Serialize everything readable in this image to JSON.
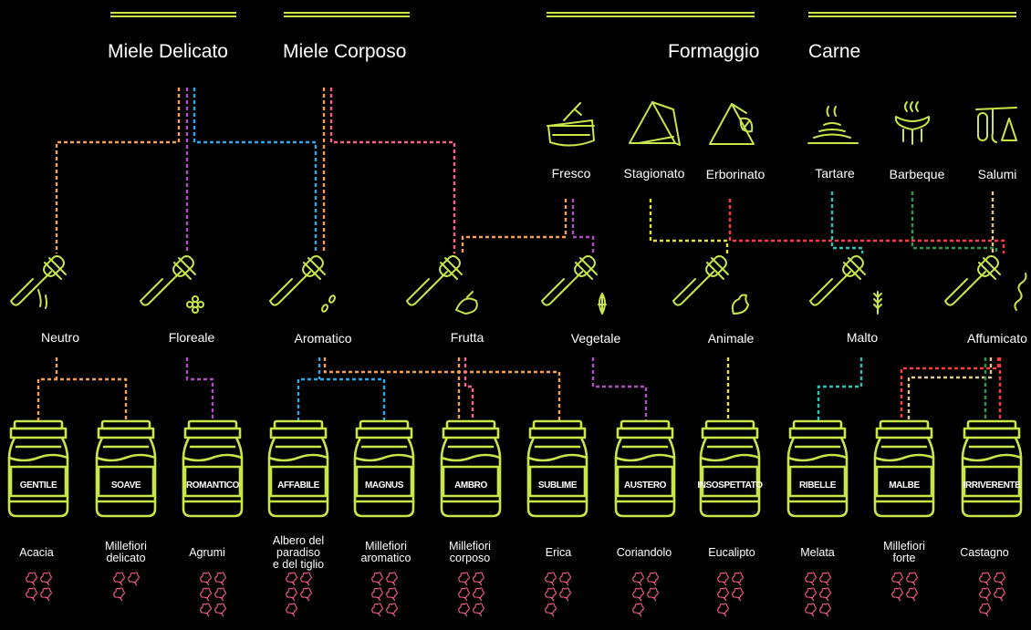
{
  "colors": {
    "accent": "#c8e64a",
    "background": "#000000",
    "line_orange": "#f5a055",
    "line_magenta": "#b44cc8",
    "line_blue": "#2fa8e8",
    "line_pink": "#ff5f8f",
    "line_yellow": "#e8e040",
    "line_red": "#ff3b3b",
    "line_teal": "#2cc6b8",
    "line_green": "#2e9a4a",
    "line_tan": "#e8c890",
    "rating_pink": "#ff5f8f"
  },
  "categories": [
    {
      "label": "Miele Delicato"
    },
    {
      "label": "Miele Corposo"
    },
    {
      "label": "Formaggio"
    },
    {
      "label": "Carne"
    }
  ],
  "pairings": [
    {
      "label": "Fresco",
      "icon": "fresh-cheese-icon"
    },
    {
      "label": "Stagionato",
      "icon": "aged-cheese-icon"
    },
    {
      "label": "Erborinato",
      "icon": "blue-cheese-icon"
    },
    {
      "label": "Tartare",
      "icon": "tartare-icon"
    },
    {
      "label": "Barbeque",
      "icon": "barbeque-icon"
    },
    {
      "label": "Salumi",
      "icon": "salumi-icon"
    }
  ],
  "flavors": [
    {
      "label": "Neutro",
      "icon": "honey-dipper-drip-icon"
    },
    {
      "label": "Floreale",
      "icon": "honey-dipper-flower-icon"
    },
    {
      "label": "Aromatico",
      "icon": "honey-dipper-aroma-icon"
    },
    {
      "label": "Frutta",
      "icon": "honey-dipper-fruit-icon"
    },
    {
      "label": "Vegetale",
      "icon": "honey-dipper-corn-icon"
    },
    {
      "label": "Animale",
      "icon": "honey-dipper-chicken-icon"
    },
    {
      "label": "Malto",
      "icon": "honey-dipper-wheat-icon"
    },
    {
      "label": "Affumicato",
      "icon": "honey-dipper-smoke-icon"
    }
  ],
  "jars": [
    {
      "name": "GENTILE",
      "origin": "Acacia",
      "rating": 4
    },
    {
      "name": "SOAVE",
      "origin": "Millefiori\ndelicato",
      "rating": 3
    },
    {
      "name": "ROMANTICO",
      "origin": "Agrumi",
      "rating": 6
    },
    {
      "name": "AFFABILE",
      "origin": "Albero del\nparadiso\ne del tiglio",
      "rating": 5
    },
    {
      "name": "MAGNUS",
      "origin": "Millefiori\naromatico",
      "rating": 6
    },
    {
      "name": "AMBRO",
      "origin": "Millefiori\ncorposo",
      "rating": 6
    },
    {
      "name": "SUBLIME",
      "origin": "Erica",
      "rating": 5
    },
    {
      "name": "AUSTERO",
      "origin": "Coriandolo",
      "rating": 5
    },
    {
      "name": "INSOSPETTATO",
      "origin": "Eucalipto",
      "rating": 5
    },
    {
      "name": "RIBELLE",
      "origin": "Melata",
      "rating": 6
    },
    {
      "name": "MALBE",
      "origin": "Millefiori\nforte",
      "rating": 4
    },
    {
      "name": "IRRIVERENTE",
      "origin": "Castagno",
      "rating": 5
    }
  ],
  "rating_icon": "flower-outline-icon"
}
